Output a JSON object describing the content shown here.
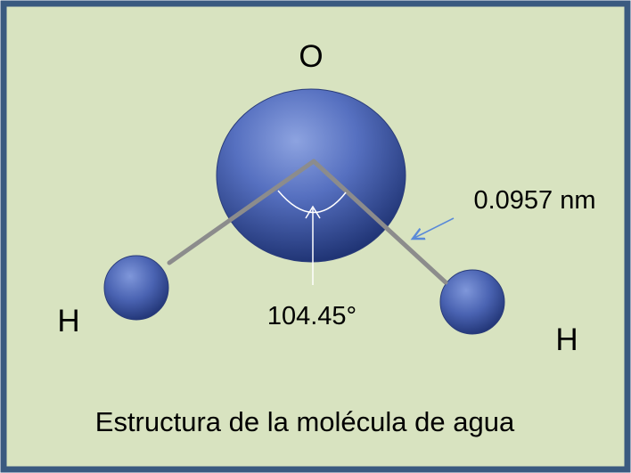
{
  "diagram": {
    "oxygen_label": "O",
    "hydrogen_left_label": "H",
    "hydrogen_right_label": "H",
    "bond_length_label": "0.0957 nm",
    "bond_angle_label": "104.45°",
    "caption": "Estructura de la molécula de agua"
  },
  "colors": {
    "background": "#d8e3c0",
    "border": "#3a5a80",
    "atom": "#4a64b0",
    "atom_dark": "#1c2f6e",
    "bond": "#8c8c8c",
    "arrow_blue": "#5a8ad8",
    "arrow_white": "#ffffff"
  }
}
